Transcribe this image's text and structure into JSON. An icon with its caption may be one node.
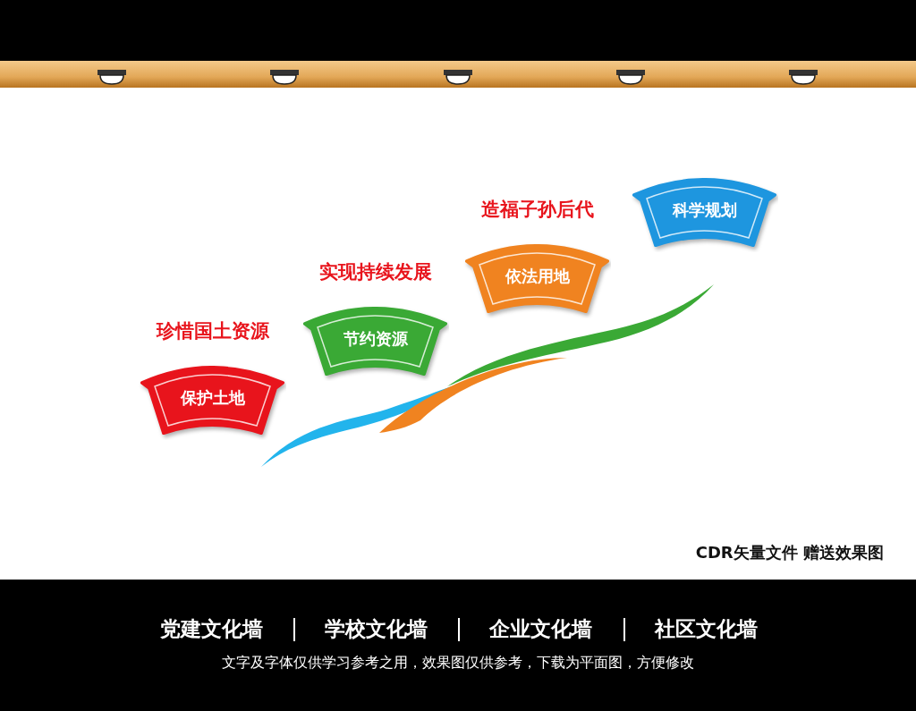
{
  "diagram": {
    "nodes": [
      {
        "text": [
          "珍惜国土资源",
          "保护土地"
        ]
      },
      {
        "text": [
          "实现持续发展",
          "节约资源"
        ]
      },
      {
        "text": [
          "造福子孙后代",
          "依法用地"
        ]
      },
      {
        "text": [
          "科学规划"
        ]
      }
    ],
    "edges": [],
    "labels": [
      "CDR矢量文件 赠送效果图",
      "党建文化墙",
      "学校文化墙",
      "企业文化墙",
      "社区文化墙",
      "文字及字体仅供学习参考之用，效果图仅供参考，下载为平面图，方便修改"
    ]
  }
}
